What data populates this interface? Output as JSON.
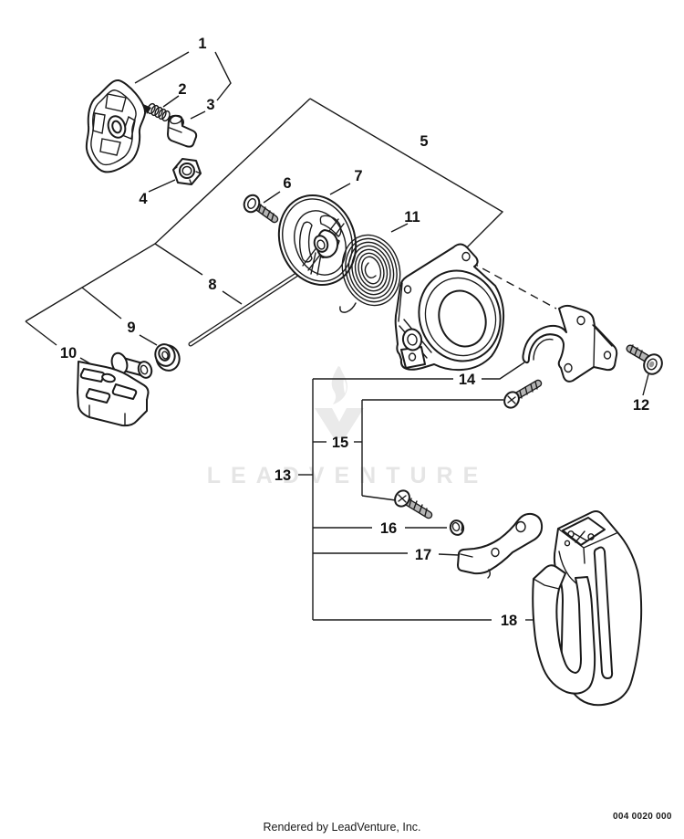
{
  "watermark": {
    "text": "LEADVENTURE"
  },
  "footer": {
    "rendered_by": "Rendered by LeadVenture, Inc.",
    "part_code": "004 0020 000"
  },
  "callouts": [
    {
      "label": "1"
    },
    {
      "label": "2"
    },
    {
      "label": "3"
    },
    {
      "label": "4"
    },
    {
      "label": "5"
    },
    {
      "label": "6"
    },
    {
      "label": "7"
    },
    {
      "label": "8"
    },
    {
      "label": "9"
    },
    {
      "label": "10"
    },
    {
      "label": "11"
    },
    {
      "label": "12"
    },
    {
      "label": "13"
    },
    {
      "label": "14"
    },
    {
      "label": "15"
    },
    {
      "label": "16"
    },
    {
      "label": "17"
    },
    {
      "label": "18"
    }
  ],
  "colors": {
    "line": "#1a1a1a",
    "background": "#ffffff",
    "watermark": "#e5e5e5",
    "metal": "#b5b5b5",
    "metal_light": "#e2e2e2"
  }
}
